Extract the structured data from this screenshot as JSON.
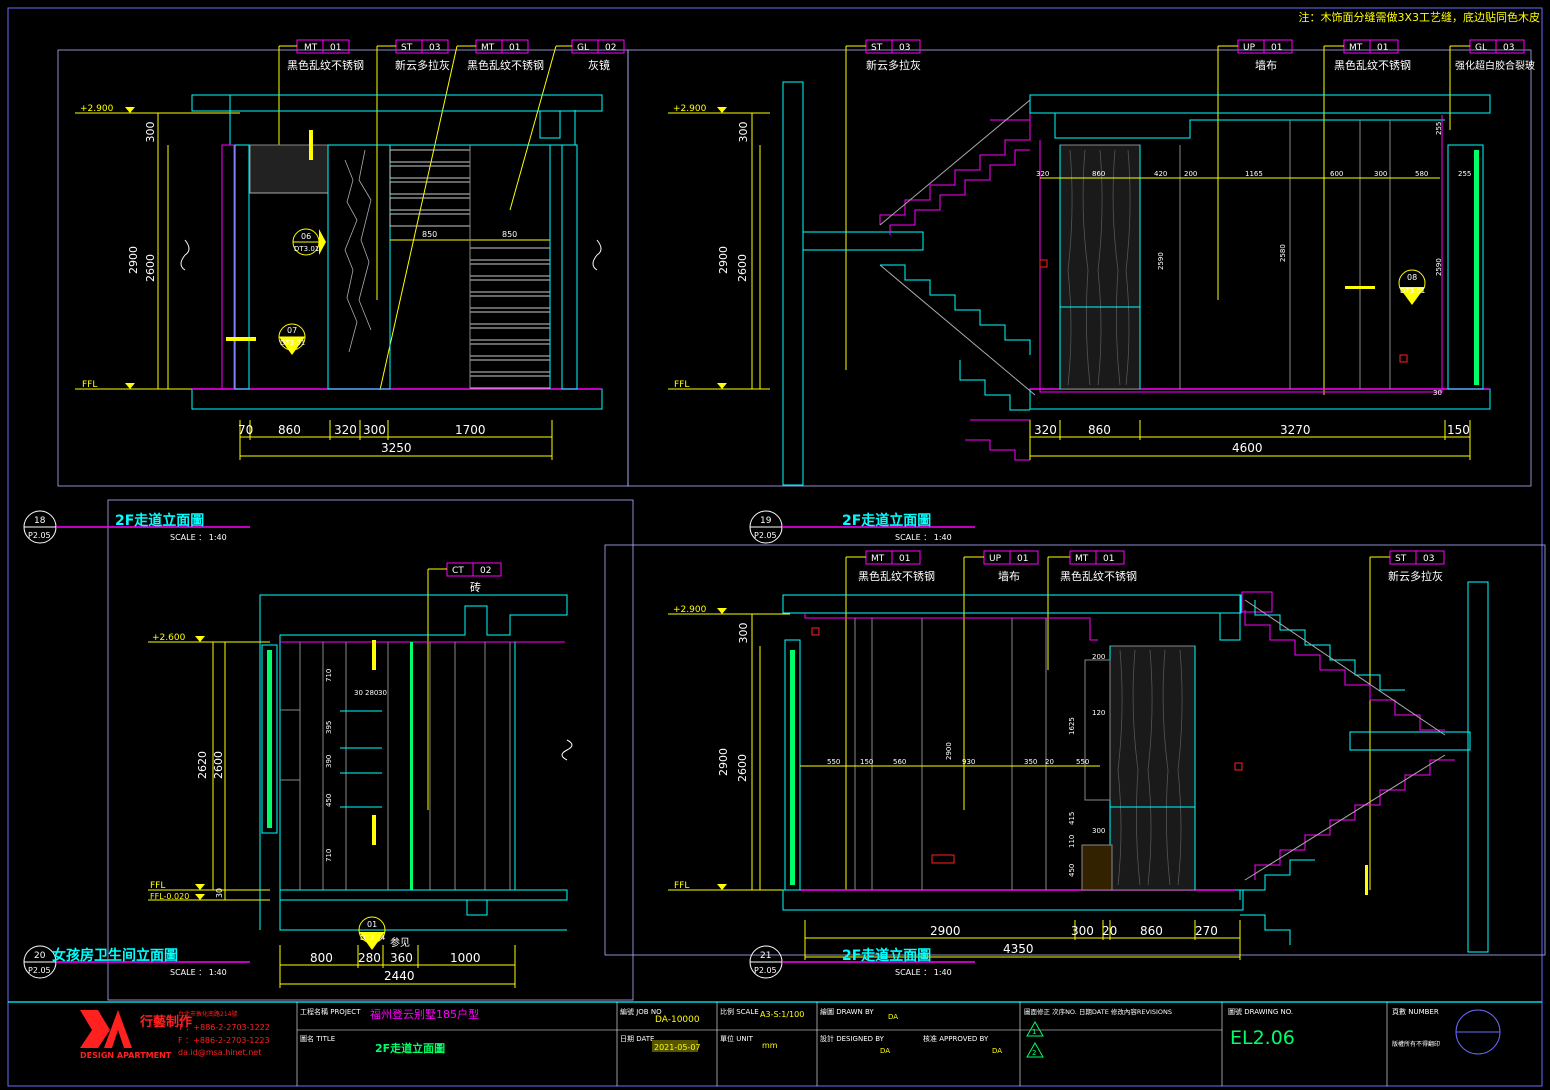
{
  "sheet_note": "注：木饰面分缝需做3X3工艺缝，底边贴同色木皮",
  "views": [
    {
      "id": "18",
      "ref": "P2.05",
      "title": "2F走道立面圖",
      "scale": "SCALE ： 1:40",
      "tags": [
        {
          "code": "MT",
          "num": "01",
          "label": "黑色乱纹不锈钢"
        },
        {
          "code": "ST",
          "num": "03",
          "label": "新云多拉灰"
        },
        {
          "code": "MT",
          "num": "01",
          "label": "黑色乱纹不锈钢"
        },
        {
          "code": "GL",
          "num": "02",
          "label": "灰镜"
        }
      ],
      "levels": [
        "+2.900",
        "FFL"
      ],
      "vdims": [
        "300",
        "2900",
        "2600"
      ],
      "hdims": [
        "70",
        "860",
        "320",
        "300",
        "1700"
      ],
      "total": "3250",
      "inner_dims": [
        "850",
        "850"
      ],
      "details": [
        {
          "num": "06",
          "ref": "DT3.01"
        },
        {
          "num": "07",
          "ref": "DT3.01"
        }
      ]
    },
    {
      "id": "19",
      "ref": "P2.05",
      "title": "2F走道立面圖",
      "scale": "SCALE ： 1:40",
      "tags": [
        {
          "code": "ST",
          "num": "03",
          "label": "新云多拉灰"
        },
        {
          "code": "UP",
          "num": "01",
          "label": "墙布"
        },
        {
          "code": "MT",
          "num": "01",
          "label": "黑色乱纹不锈钢"
        },
        {
          "code": "GL",
          "num": "03",
          "label": "强化超白胶合裂玻"
        }
      ],
      "levels": [
        "+2.900",
        "FFL"
      ],
      "vdims": [
        "300",
        "2900",
        "2600"
      ],
      "hdims": [
        "320",
        "860",
        "3270",
        "150"
      ],
      "total": "4600",
      "inner_dims": [
        "320",
        "860",
        "420",
        "200",
        "1165",
        "600",
        "300",
        "580",
        "255",
        "2590",
        "2580",
        "2590",
        "255",
        "30"
      ],
      "details": [
        {
          "num": "08",
          "ref": "DT3.01"
        }
      ]
    },
    {
      "id": "20",
      "ref": "P2.05",
      "title": "女孩房卫生间立面圖",
      "scale": "SCALE ： 1:40",
      "tags": [
        {
          "code": "CT",
          "num": "02",
          "label": "砖"
        }
      ],
      "levels": [
        "+2.600",
        "FFL",
        "FFL-0.020"
      ],
      "vdims": [
        "2620",
        "2600",
        "30"
      ],
      "hdims": [
        "800",
        "280",
        "360",
        "1000"
      ],
      "total": "2440",
      "inner_dims": [
        "710",
        "395",
        "390",
        "450",
        "710",
        "30",
        "280",
        "30"
      ],
      "details": [
        {
          "num": "01",
          "ref": "DT3.34",
          "note": "参见"
        }
      ]
    },
    {
      "id": "21",
      "ref": "P2.05",
      "title": "2F走道立面圖",
      "scale": "SCALE ： 1:40",
      "tags": [
        {
          "code": "MT",
          "num": "01",
          "label": "黑色乱纹不锈钢"
        },
        {
          "code": "UP",
          "num": "01",
          "label": "墙布"
        },
        {
          "code": "MT",
          "num": "01",
          "label": "黑色乱纹不锈钢"
        },
        {
          "code": "ST",
          "num": "03",
          "label": "新云多拉灰"
        }
      ],
      "levels": [
        "+2.900",
        "FFL"
      ],
      "vdims": [
        "300",
        "2900",
        "2600"
      ],
      "hdims": [
        "2900",
        "300",
        "20",
        "860",
        "270"
      ],
      "total": "4350",
      "inner_dims": [
        "550",
        "150",
        "560",
        "930",
        "350",
        "20",
        "550",
        "200",
        "120",
        "1625",
        "2900",
        "415",
        "300",
        "110",
        "450"
      ],
      "details": []
    }
  ],
  "title_block": {
    "company_logo": "DA",
    "company_cn": "行藝制作",
    "company_en": "DESIGN APARTMENT",
    "address": "台北市敦化南路214號",
    "tel": "T  ：+886-2-2703-1222",
    "fax": "F  ：+886-2-2703-1223",
    "email": "da.id@msa.hinet.net",
    "project_label": "工程名稱 PROJECT",
    "project": "福州登云别墅185户型",
    "title_label": "圖名 TITLE",
    "title": "2F走道立面圖",
    "job_label": "編號 JOB NO",
    "job": "DA-10000",
    "date_label": "日期 DATE",
    "date": "2021-05-07",
    "scale_label": "比例 SCALE",
    "scale": "A3-S:1/100",
    "unit_label": "單位 UNIT",
    "unit": "mm",
    "drawn_label": "繪圖 DRAWN BY",
    "drawn": "DA",
    "designed_label": "設計 DESIGNED BY",
    "designed": "DA",
    "approved_label": "核准 APPROVED BY",
    "approved": "DA",
    "revision_label": "圖面修正 次序NO. 日期DATE 修改內容REVISIONS",
    "rev1": "1",
    "rev2": "2",
    "drawing_no_label": "圖號 DRAWING NO.",
    "drawing_no": "EL2.06",
    "number_label": "頁數 NUMBER",
    "number_note": "版權所有不得翻印"
  },
  "colors": {
    "bg": "#000000",
    "yellow": "#ffff00",
    "cyan": "#00ffff",
    "magenta": "#ff00ff",
    "white": "#ffffff",
    "green": "#00ff66",
    "red": "#ff2020",
    "blue": "#6a6aff"
  }
}
